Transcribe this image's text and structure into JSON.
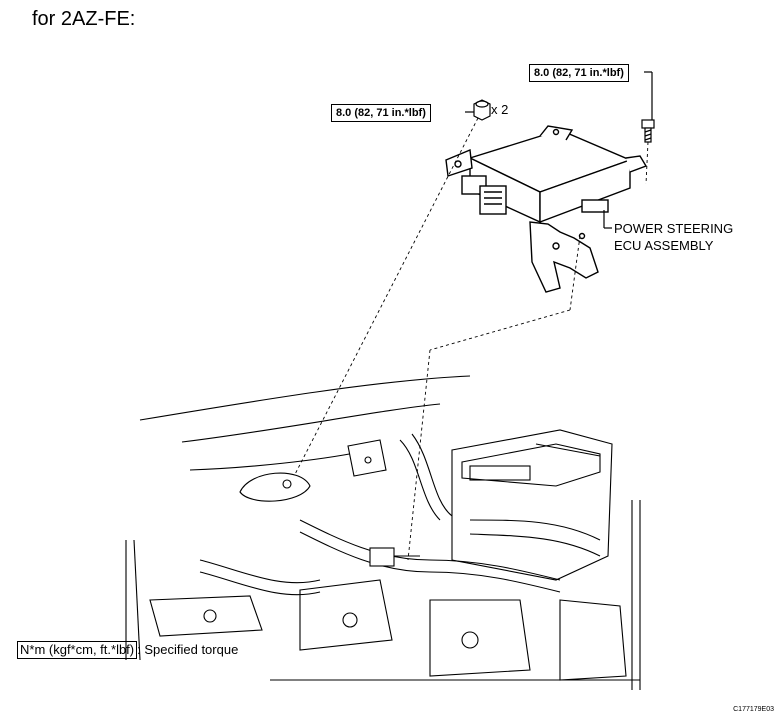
{
  "title": "for 2AZ-FE:",
  "callouts": {
    "torque_right": "8.0 (82, 71 in.*lbf)",
    "torque_left": "8.0 (82, 71 in.*lbf)",
    "quantity": "x 2",
    "part_label_line1": "POWER STEERING",
    "part_label_line2": "ECU ASSEMBLY"
  },
  "legend": {
    "unit_box": "N*m (kgf*cm, ft.*lbf)",
    "description": ": Specified torque"
  },
  "figure_code": "C177179E03",
  "colors": {
    "line": "#000000",
    "background": "#ffffff"
  }
}
